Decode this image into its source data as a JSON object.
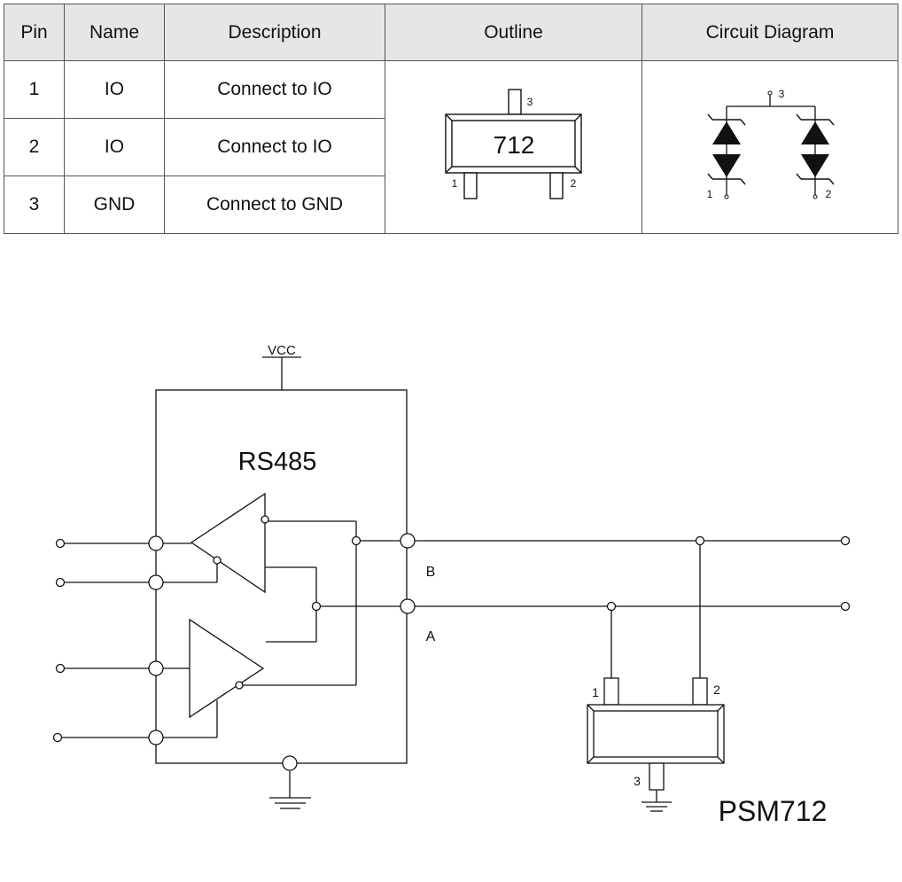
{
  "table": {
    "headers": [
      "Pin",
      "Name",
      "Description",
      "Outline",
      "Circuit Diagram"
    ],
    "rows": [
      {
        "pin": "1",
        "name": "IO",
        "description": "Connect to IO"
      },
      {
        "pin": "2",
        "name": "IO",
        "description": "Connect to IO"
      },
      {
        "pin": "3",
        "name": "GND",
        "description": "Connect to GND"
      }
    ],
    "outline": {
      "marking": "712",
      "pin_labels": [
        "1",
        "2",
        "3"
      ]
    },
    "circuit": {
      "pin_labels": [
        "1",
        "2",
        "3"
      ]
    }
  },
  "schematic": {
    "supply_label": "VCC",
    "ic_label": "RS485",
    "line_b_label": "B",
    "line_a_label": "A",
    "tvs_pin_labels": [
      "1",
      "2",
      "3"
    ],
    "tvs_part_label": "PSM712"
  }
}
